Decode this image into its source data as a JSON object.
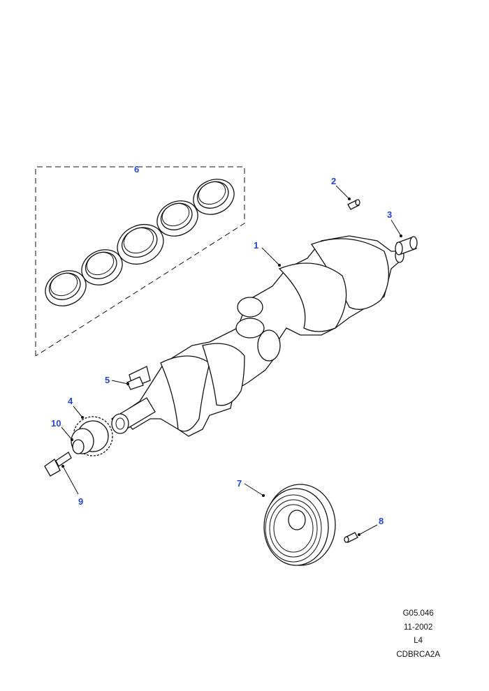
{
  "callouts": [
    {
      "id": "label-1",
      "text": "1"
    },
    {
      "id": "label-2",
      "text": "2"
    },
    {
      "id": "label-3",
      "text": "3"
    },
    {
      "id": "label-4",
      "text": "4"
    },
    {
      "id": "label-5",
      "text": "5"
    },
    {
      "id": "label-6",
      "text": "6"
    },
    {
      "id": "label-7",
      "text": "7"
    },
    {
      "id": "label-8",
      "text": "8"
    },
    {
      "id": "label-9",
      "text": "9"
    },
    {
      "id": "label-10",
      "text": "10"
    }
  ],
  "meta": {
    "ref": "G05.046",
    "date": "11-2002",
    "engine": "L4",
    "code": "CDBRCA2A"
  },
  "colors": {
    "callout": "#2244dd",
    "line": "#111111"
  }
}
